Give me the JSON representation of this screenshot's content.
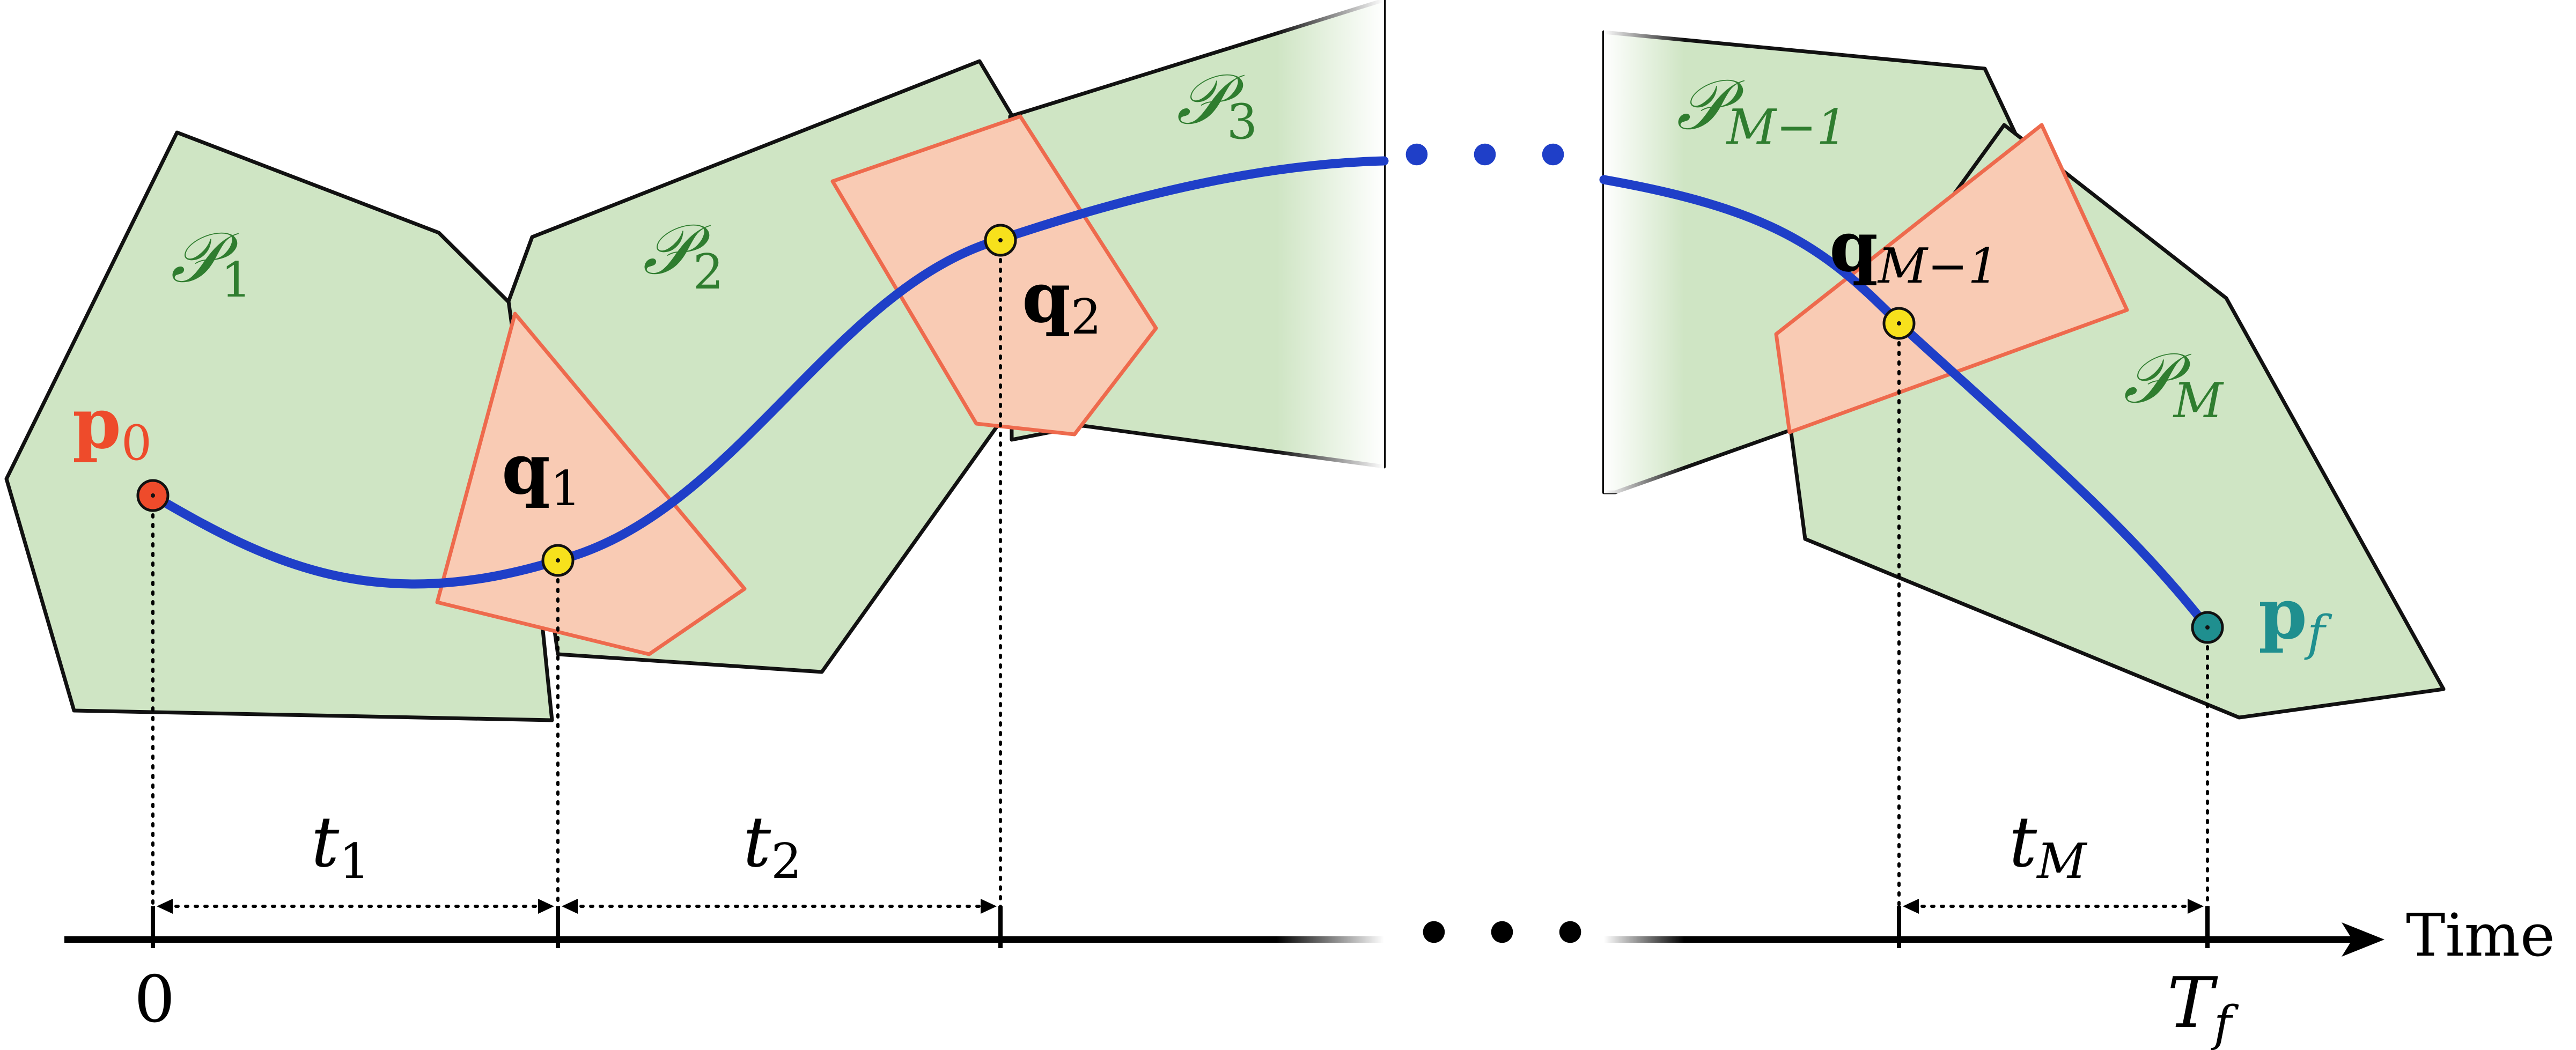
{
  "colors": {
    "polytope_fill": "#cfe5c4",
    "polytope_stroke": "#111111",
    "overlap_fill": "#f9cbb4",
    "overlap_stroke": "#ee6a4d",
    "trajectory": "#1f3fc8",
    "polytope_label": "#2f7d2f",
    "start_point": "#ee4b2b",
    "waypoint": "#f7e11c",
    "end_point": "#1f8f8f",
    "axis": "#000000"
  },
  "polytopes": [
    {
      "label_letter": "𝒫",
      "label_sub": "1"
    },
    {
      "label_letter": "𝒫",
      "label_sub": "2"
    },
    {
      "label_letter": "𝒫",
      "label_sub": "3"
    },
    {
      "label_letter": "𝒫",
      "label_sub": "M−1"
    },
    {
      "label_letter": "𝒫",
      "label_sub": "M"
    }
  ],
  "points": {
    "start": {
      "base": "p",
      "sub": "0"
    },
    "waypoints": [
      {
        "base": "q",
        "sub": "1"
      },
      {
        "base": "q",
        "sub": "2"
      },
      {
        "base": "q",
        "sub": "M−1"
      }
    ],
    "end": {
      "base": "p",
      "sub": "f"
    }
  },
  "intervals": [
    {
      "base": "t",
      "sub": "1"
    },
    {
      "base": "t",
      "sub": "2"
    },
    {
      "base": "t",
      "sub": "M"
    }
  ],
  "axis": {
    "label": "Time",
    "start_tick": "0",
    "end_tick_base": "T",
    "end_tick_sub": "f"
  },
  "ellipsis_symbol": "• • •"
}
